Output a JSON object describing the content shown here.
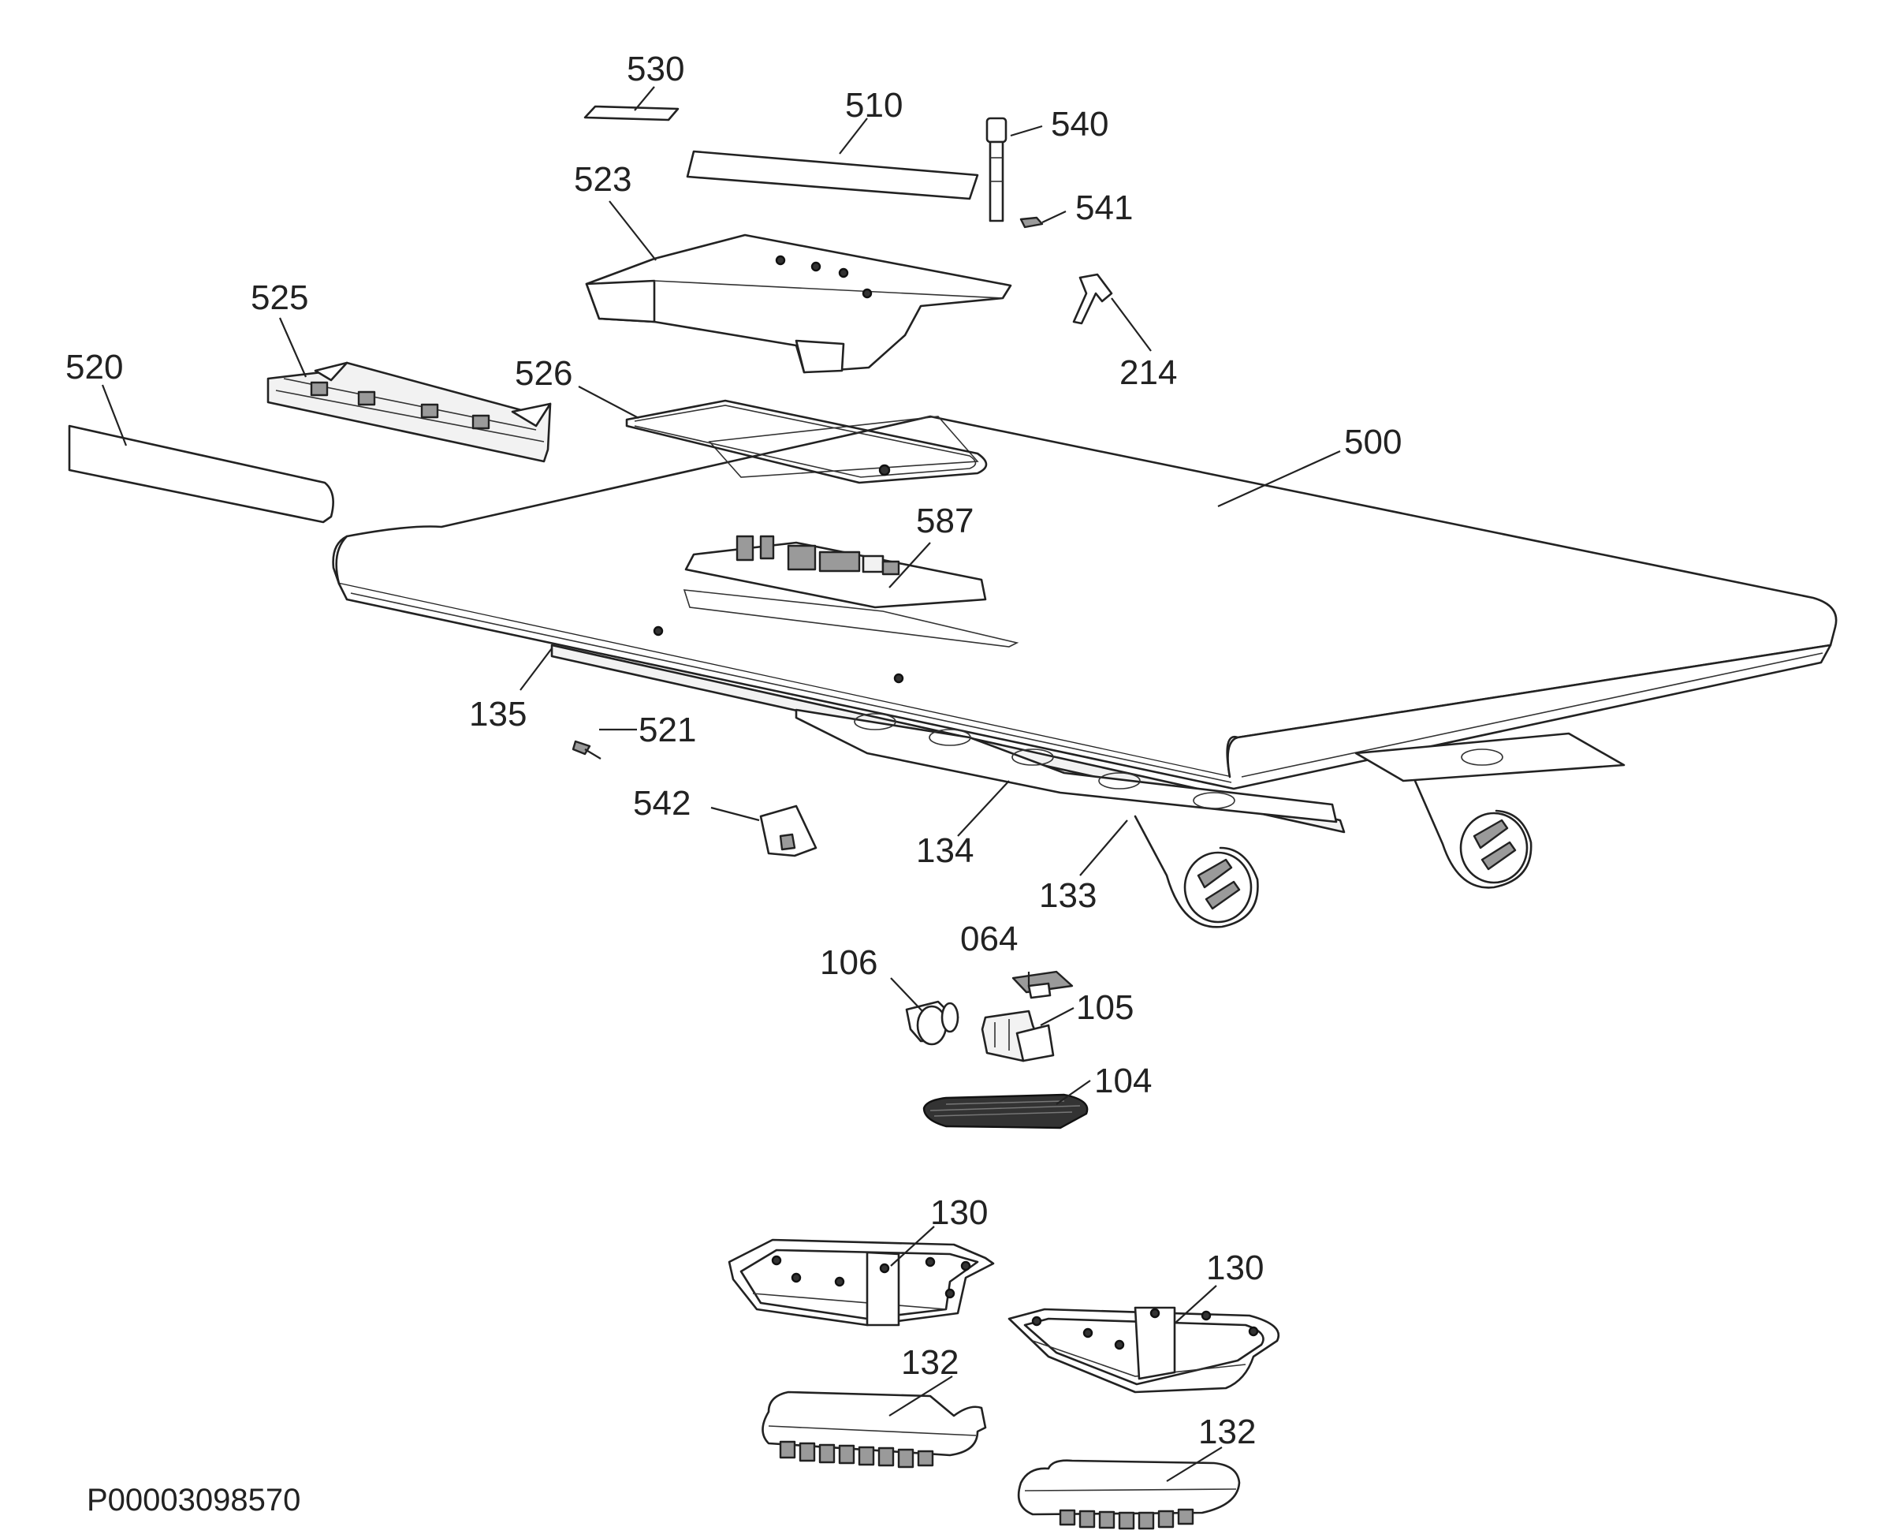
{
  "callouts": {
    "c530": "530",
    "c510": "510",
    "c540": "540",
    "c541": "541",
    "c523": "523",
    "c525": "525",
    "c520": "520",
    "c214": "214",
    "c526": "526",
    "c500": "500",
    "c587": "587",
    "c135": "135",
    "c521": "521",
    "c542": "542",
    "c134": "134",
    "c133": "133",
    "c064": "064",
    "c106": "106",
    "c105": "105",
    "c104": "104",
    "c130a": "130",
    "c130b": "130",
    "c132a": "132",
    "c132b": "132"
  },
  "document_id": "P00003098570"
}
